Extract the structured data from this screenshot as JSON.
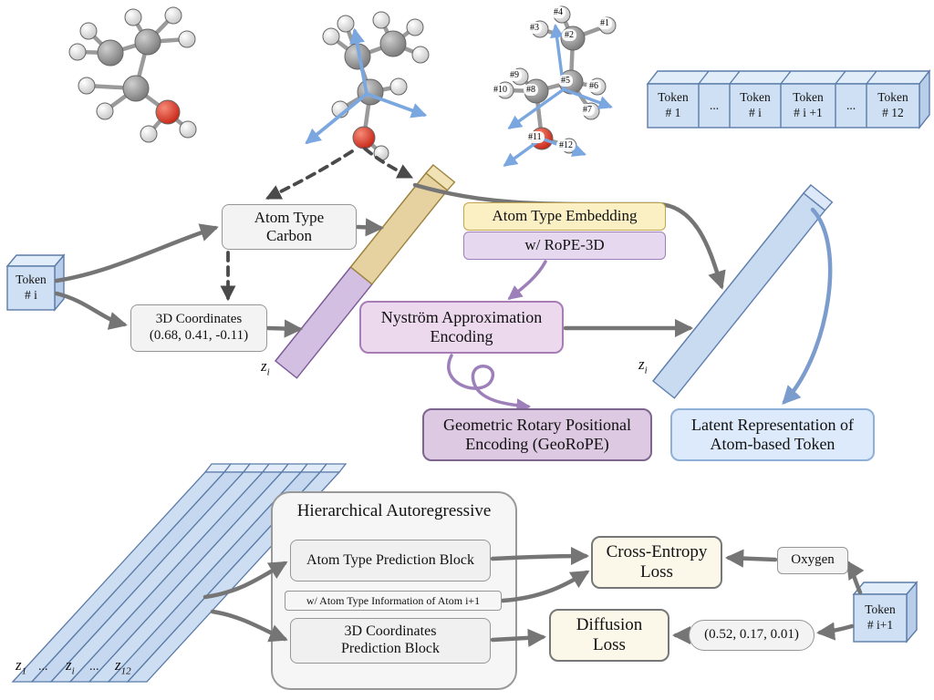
{
  "token_row": {
    "cells": [
      "Token\n# 1",
      "...",
      "Token\n# i",
      "Token\n# i +1",
      "...",
      "Token\n# 12"
    ]
  },
  "cubes": {
    "token_i": "Token\n# i",
    "token_i1": "Token\n# i+1"
  },
  "molecule3": {
    "atom_labels": [
      "#1",
      "#2",
      "#3",
      "#4",
      "#5",
      "#6",
      "#7",
      "#8",
      "#9",
      "#10",
      "#11",
      "#12"
    ]
  },
  "boxes": {
    "atom_type": "Atom Type\nCarbon",
    "coords3d": "3D Coordinates\n(0.68, 0.41, -0.11)",
    "atom_type_embedding": "Atom Type Embedding",
    "rope3d": "w/ RoPE-3D",
    "nystrom": "Nyström Approximation\nEncoding",
    "georope": "Geometric Rotary Positional\nEncoding (GeoRoPE)",
    "latent": "Latent Representation of\nAtom-based Token",
    "hier_title": "Hierarchical Autoregressive",
    "atom_pred": "Atom Type Prediction Block",
    "cond": "w/ Atom Type Information of Atom i+1",
    "coords_pred": "3D Coordinates\nPrediction Block",
    "ce_loss": "Cross-Entropy\nLoss",
    "oxygen": "Oxygen",
    "diffusion": "Diffusion\nLoss",
    "coords_val": "(0.52, 0.17, 0.01)"
  },
  "labels": {
    "z_mid": {
      "base": "z",
      "sub": "i"
    },
    "z_right": {
      "base": "z",
      "sub": "i"
    },
    "z_bottom": [
      {
        "base": "z",
        "sub": "1"
      },
      {
        "dots": "..."
      },
      {
        "base": "z",
        "sub": "i"
      },
      {
        "dots": "..."
      },
      {
        "base": "z",
        "sub": "12"
      }
    ]
  },
  "colors": {
    "blue_fill": "#cfe0f4",
    "yellow_fill": "#e6d1a0",
    "purple_fill": "#d3bfe2",
    "cream_fill": "#fbf8ea",
    "arrow_gray": "#757575",
    "axis_blue": "#7aa7e0"
  }
}
